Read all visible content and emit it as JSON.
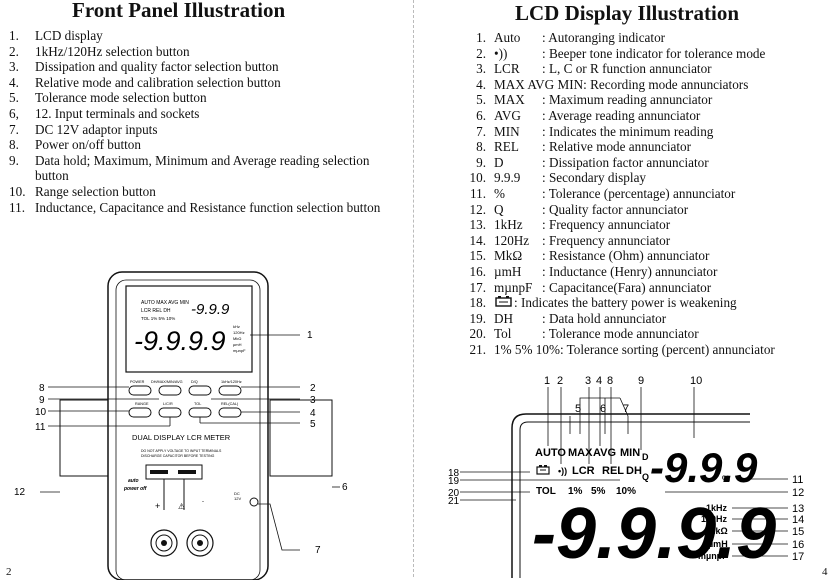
{
  "left": {
    "title": "Front Panel Illustration",
    "items": [
      {
        "n": "1.",
        "t": "LCD display"
      },
      {
        "n": "2.",
        "t": "1kHz/120Hz selection button"
      },
      {
        "n": "3.",
        "t": "Dissipation and quality factor selection button"
      },
      {
        "n": "4.",
        "t": "Relative mode and calibration selection button"
      },
      {
        "n": "5.",
        "t": "Tolerance mode selection button"
      },
      {
        "n": "6,",
        "t": "12. Input terminals and sockets"
      },
      {
        "n": "7.",
        "t": "DC 12V   adaptor inputs"
      },
      {
        "n": "8.",
        "t": "Power on/off  button"
      },
      {
        "n": "9.",
        "t": "Data hold; Maximum, Minimum and Average reading selection button"
      },
      {
        "n": "10.",
        "t": "Range selection button"
      },
      {
        "n": "11.",
        "t": "Inductance, Capacitance and Resistance function selection button"
      }
    ],
    "meter": {
      "lcd_top": "AUTO MAX AVG MIN",
      "lcd_mid": "LCR REL DH",
      "lcd_tol": "TOL 1% 5% 10%",
      "lcd_small": "-9.9.9",
      "lcd_big": "-9.9.9.9",
      "lcd_units": [
        "kHz",
        "120Hz",
        "MkΩ",
        "µmH",
        "mµnpF"
      ],
      "btn_row1": [
        "POWER",
        "DH/MAX/MIN/AVG",
        "D/Q",
        "1kHz/120Hz"
      ],
      "btn_row2": [
        "RANGE",
        "L/C/R",
        "TOL",
        "REL(CAL)"
      ],
      "name": "DUAL DISPLAY LCR METER",
      "warn1": "DO NOT APPLY VOLTAGE TO INPUT TERMINALS",
      "warn2": "DISCHARGE CAPACITOR BEFORE TESTING",
      "auto1": "auto",
      "auto2": "power off",
      "dc1": "DC",
      "dc2": "12V",
      "plus": "+",
      "minus": "-"
    },
    "callouts": [
      "1",
      "2",
      "3",
      "4",
      "5",
      "6",
      "7",
      "8",
      "9",
      "10",
      "11",
      "12"
    ],
    "page_number": "2"
  },
  "right": {
    "title": "LCD Display Illustration",
    "items": [
      {
        "n": "1.",
        "s": "Auto",
        "d": ": Autoranging indicator"
      },
      {
        "n": "2.",
        "s": "•))",
        "d": ": Beeper tone indicator for tolerance mode"
      },
      {
        "n": "3.",
        "s": "LCR",
        "d": ": L, C or R function  annunciator"
      },
      {
        "n": "4.",
        "s": "MAX AVG MIN",
        "d": ": Recording mode annunciators"
      },
      {
        "n": "5.",
        "s": "MAX",
        "d": ": Maximum reading annunciator"
      },
      {
        "n": "6.",
        "s": "AVG",
        "d": ": Average reading annunciator"
      },
      {
        "n": "7.",
        "s": "MIN",
        "d": ": Indicates the minimum reading"
      },
      {
        "n": "8.",
        "s": "REL",
        "d": ": Relative mode annunciator"
      },
      {
        "n": "9.",
        "s": "D",
        "d": ": Dissipation factor annunciator"
      },
      {
        "n": "10.",
        "s": "9.9.9",
        "d": ": Secondary display"
      },
      {
        "n": "11.",
        "s": "%",
        "d": ": Tolerance (percentage) annunciator"
      },
      {
        "n": "12.",
        "s": "Q",
        "d": ": Quality factor annunciator"
      },
      {
        "n": "13.",
        "s": "1kHz",
        "d": ": Frequency annunciator"
      },
      {
        "n": "14.",
        "s": "120Hz",
        "d": ": Frequency annunciator"
      },
      {
        "n": "15.",
        "s": "MkΩ",
        "d": ": Resistance (Ohm) annunciator"
      },
      {
        "n": "16.",
        "s": "µmH",
        "d": ": Inductance (Henry) annunciator"
      },
      {
        "n": "17.",
        "s": "mµnpF",
        "d": ": Capacitance(Fara) annunciator"
      },
      {
        "n": "18.",
        "s": "battery",
        "d": ": Indicates the battery power is weakening"
      },
      {
        "n": "19.",
        "s": "DH",
        "d": ": Data hold annunciator"
      },
      {
        "n": "20.",
        "s": "Tol",
        "d": ": Tolerance mode annunciator"
      },
      {
        "n": "21.",
        "s": "1% 5% 10%",
        "d": ": Tolerance sorting (percent) annunciator"
      }
    ],
    "lcd": {
      "auto": "AUTO",
      "max": "MAX",
      "avg": "AVG",
      "min": "MIN",
      "beep": "•))",
      "lcr": "LCR",
      "rel": "REL",
      "dh": "DH",
      "d": "D",
      "q": "Q",
      "tol": "TOL",
      "p1": "1%",
      "p5": "5%",
      "p10": "10%",
      "pct": "%",
      "small": "-9.9.9",
      "big": "-9.9.9.9",
      "units": [
        "1kHz",
        "120Hz",
        "MkΩ",
        "µmH",
        "mµnpF"
      ]
    },
    "top_callouts": [
      "1",
      "2",
      "3",
      "4",
      "8",
      "9",
      "10",
      "5",
      "6",
      "7"
    ],
    "side_callouts": [
      "11",
      "12",
      "13",
      "14",
      "15",
      "16",
      "17"
    ],
    "left_callouts": [
      "18",
      "19",
      "20",
      "21"
    ],
    "page_number": "4"
  }
}
